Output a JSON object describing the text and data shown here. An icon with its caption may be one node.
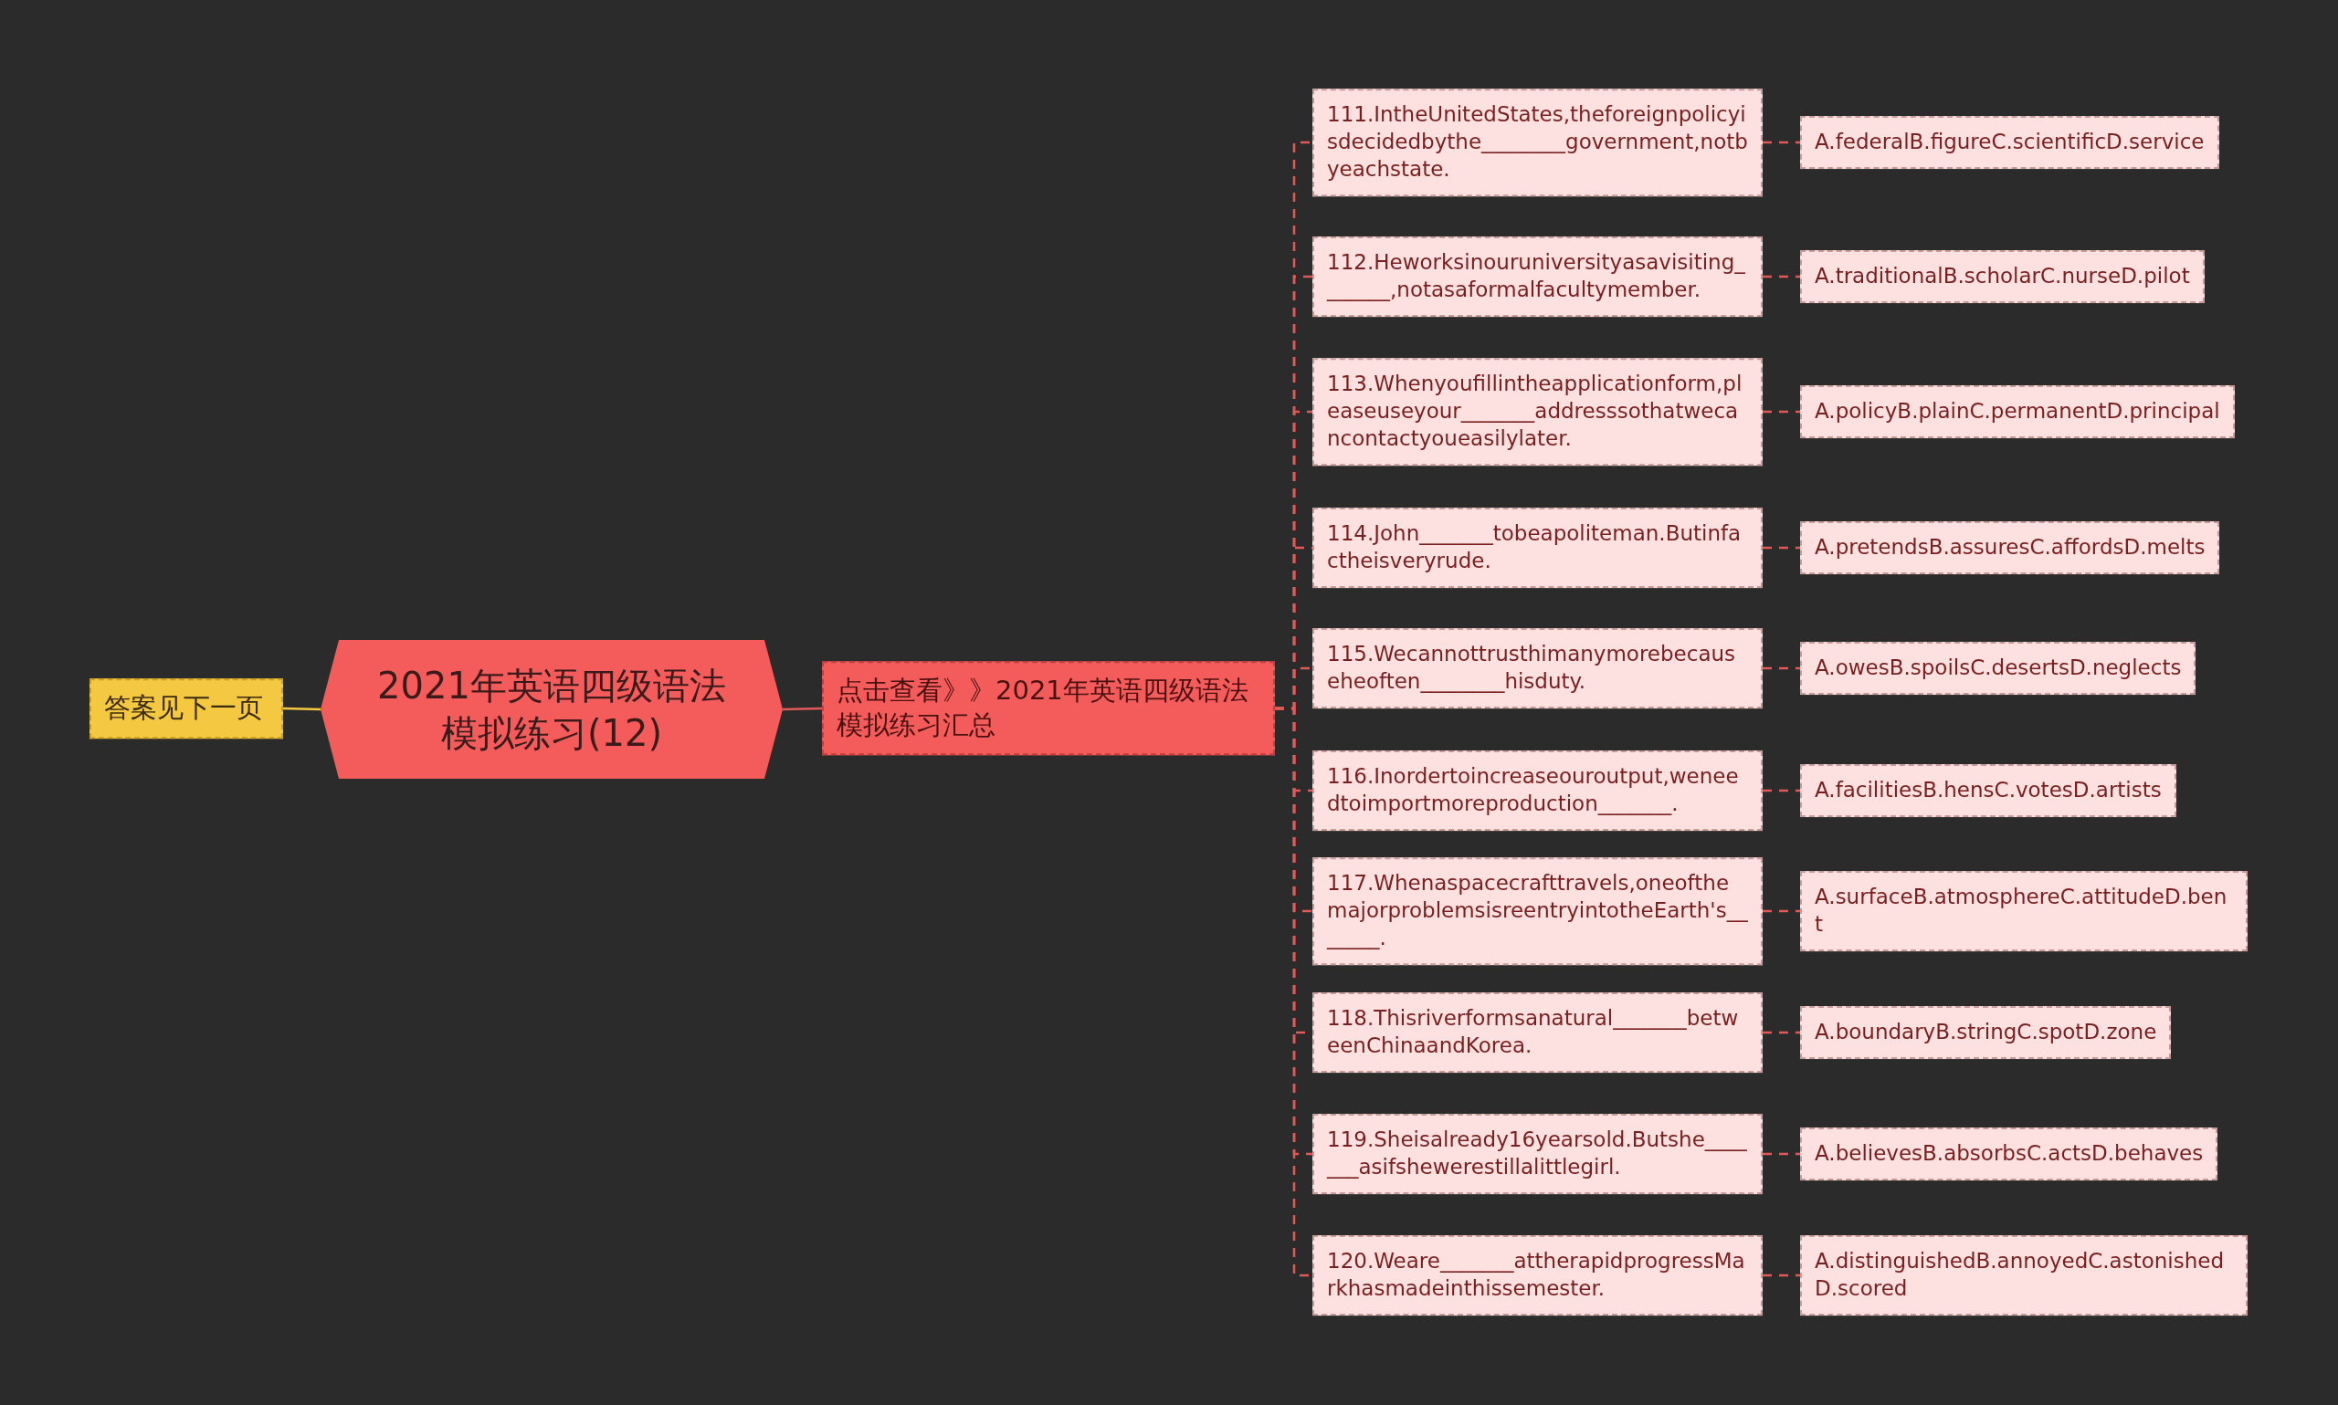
{
  "diagram": {
    "nodes": [
      {
        "text": [
          "2021年英语四级语法模拟练习(12)"
        ]
      },
      {
        "text": [
          "答案见下一页"
        ]
      },
      {
        "text": [
          "点击查看》》2021年英语四级语法模拟练习汇总"
        ]
      },
      {
        "text": [
          "111.IntheUnitedStates,theforeignpolicyisdecidedbythe________government,notbyeachstate."
        ]
      },
      {
        "text": [
          "A.federalB.figureC.scientificD.service"
        ]
      },
      {
        "text": [
          "112.Heworksinouruniversityasavisiting_______,notasaformalfacultymember."
        ]
      },
      {
        "text": [
          "A.traditionalB.scholarC.nurseD.pilot"
        ]
      },
      {
        "text": [
          "113.Whenyoufillintheapplicationform,pleaseuseyour_______addresssothatwecancontactyoueasilylater."
        ]
      },
      {
        "text": [
          "A.policyB.plainC.permanentD.principal"
        ]
      },
      {
        "text": [
          "114.John_______tobeapoliteman.Butinfactheisveryrude."
        ]
      },
      {
        "text": [
          "A.pretendsB.assuresC.affordsD.melts"
        ]
      },
      {
        "text": [
          "115.Wecannottrusthimanymorebecauseheoften________hisduty."
        ]
      },
      {
        "text": [
          "A.owesB.spoilsC.desertsD.neglects"
        ]
      },
      {
        "text": [
          "116.Inordertoincreaseouroutput,weneedtoimportmoreproduction_______."
        ]
      },
      {
        "text": [
          "A.facilitiesB.hensC.votesD.artists"
        ]
      },
      {
        "text": [
          "117.Whenaspacecrafttravels,oneofthemajorproblemsisreentryintotheEarth's_______."
        ]
      },
      {
        "text": [
          "A.surfaceB.atmosphereC.attitudeD.bent"
        ]
      },
      {
        "text": [
          "118.Thisriverformsanatural_______betweenChinaandKorea."
        ]
      },
      {
        "text": [
          "A.boundaryB.stringC.spotD.zone"
        ]
      },
      {
        "text": [
          "119.Sheisalready16yearsold.Butshe_______asifshewerestillalittlegirl."
        ]
      },
      {
        "text": [
          "A.believesB.absorbsC.actsD.behaves"
        ]
      },
      {
        "text": [
          "120.Weare_______attherapidprogressMarkhasmadeinthissemester."
        ]
      },
      {
        "text": [
          "A.distinguishedB.annoyedC.astonishedD.scored"
        ]
      }
    ],
    "edges": [
      {
        "from": 0,
        "to": 1,
        "arrow": "none",
        "color": "#f5c842"
      },
      {
        "from": 0,
        "to": 2,
        "arrow": "none"
      },
      {
        "from": 2,
        "to": 3,
        "arrow": "none",
        "style": "dashed"
      },
      {
        "from": 2,
        "to": 5,
        "arrow": "none",
        "style": "dashed"
      },
      {
        "from": 2,
        "to": 7,
        "arrow": "none",
        "style": "dashed"
      },
      {
        "from": 2,
        "to": 9,
        "arrow": "none",
        "style": "dashed"
      },
      {
        "from": 2,
        "to": 11,
        "arrow": "none",
        "style": "dashed"
      },
      {
        "from": 2,
        "to": 13,
        "arrow": "none",
        "style": "dashed"
      },
      {
        "from": 2,
        "to": 15,
        "arrow": "none",
        "style": "dashed"
      },
      {
        "from": 2,
        "to": 17,
        "arrow": "none",
        "style": "dashed"
      },
      {
        "from": 2,
        "to": 19,
        "arrow": "none",
        "style": "dashed"
      },
      {
        "from": 2,
        "to": 21,
        "arrow": "none",
        "style": "dashed"
      },
      {
        "from": 3,
        "to": 4,
        "arrow": "none",
        "style": "dashed"
      },
      {
        "from": 5,
        "to": 6,
        "arrow": "none",
        "style": "dashed"
      },
      {
        "from": 7,
        "to": 8,
        "arrow": "none",
        "style": "dashed"
      },
      {
        "from": 9,
        "to": 10,
        "arrow": "none",
        "style": "dashed"
      },
      {
        "from": 11,
        "to": 12,
        "arrow": "none",
        "style": "dashed"
      },
      {
        "from": 13,
        "to": 14,
        "arrow": "none",
        "style": "dashed"
      },
      {
        "from": 15,
        "to": 16,
        "arrow": "none",
        "style": "dashed"
      },
      {
        "from": 17,
        "to": 18,
        "arrow": "none",
        "style": "dashed"
      },
      {
        "from": 19,
        "to": 20,
        "arrow": "none",
        "style": "dashed"
      },
      {
        "from": 21,
        "to": 22,
        "arrow": "none",
        "style": "dashed"
      }
    ]
  }
}
